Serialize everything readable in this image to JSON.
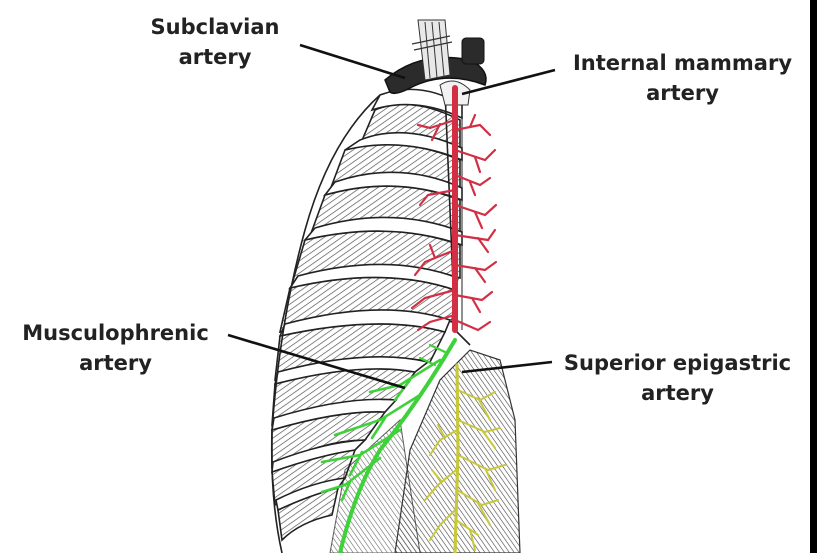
{
  "labels": {
    "subclavian": {
      "line1": "Subclavian",
      "line2": "artery"
    },
    "internal_mammary": {
      "line1": "Internal mammary",
      "line2": "artery"
    },
    "musculophrenic": {
      "line1": "Musculophrenic",
      "line2": "artery"
    },
    "superior_epigastric": {
      "line1": "Superior epigastric",
      "line2": "artery"
    }
  },
  "colors": {
    "internal_mammary": "#d22f45",
    "musculophrenic": "#3fd13a",
    "superior_epigastric": "#c8c83a",
    "pointer": "#111111",
    "subclavian_vessel": "#2b2b2b"
  }
}
